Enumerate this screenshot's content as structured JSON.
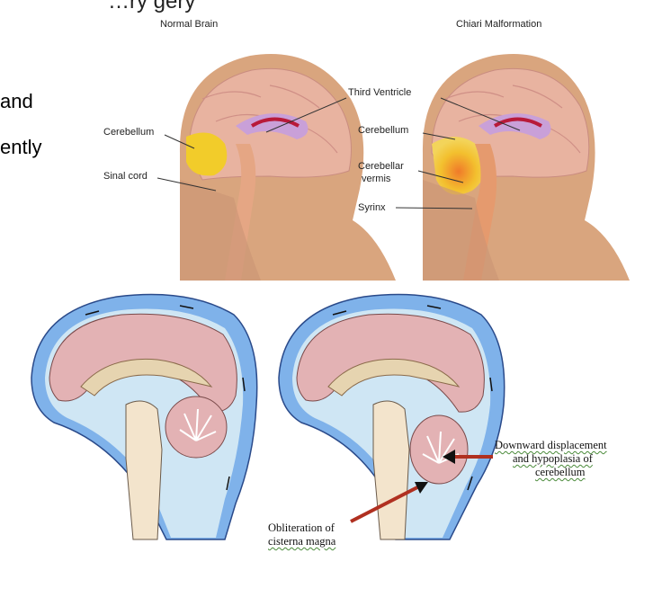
{
  "slide": {
    "partial_title": "…ry gery",
    "side_text": [
      "and",
      "ently"
    ]
  },
  "top_figure": {
    "left_title": "Normal Brain",
    "right_title": "Chiari Malformation",
    "labels": {
      "third_ventricle": "Third Ventricle",
      "cerebellum_left": "Cerebellum",
      "spinal_cord": "Sinal cord",
      "cerebellum_right": "Cerebellum",
      "cerebellar_vermis_1": "Cerebellar",
      "cerebellar_vermis_2": "vermis",
      "syrinx": "Syrinx"
    }
  },
  "bottom_figure": {
    "labels": {
      "displacement_1": "Downward displacement",
      "displacement_2": "and hypoplasia of",
      "displacement_3": "cerebellum",
      "cisterna_1": "Obliteration of",
      "cisterna_2": "cisterna magna"
    }
  },
  "colors": {
    "skin": "#d9a57e",
    "brain_pink": "#e3b2b4",
    "cerebellum_yellow": "#f2cc2a",
    "csf_blue": "#7fb2ea",
    "ventricle_purple": "#c9a0d8",
    "arrow_red": "#b03020"
  }
}
